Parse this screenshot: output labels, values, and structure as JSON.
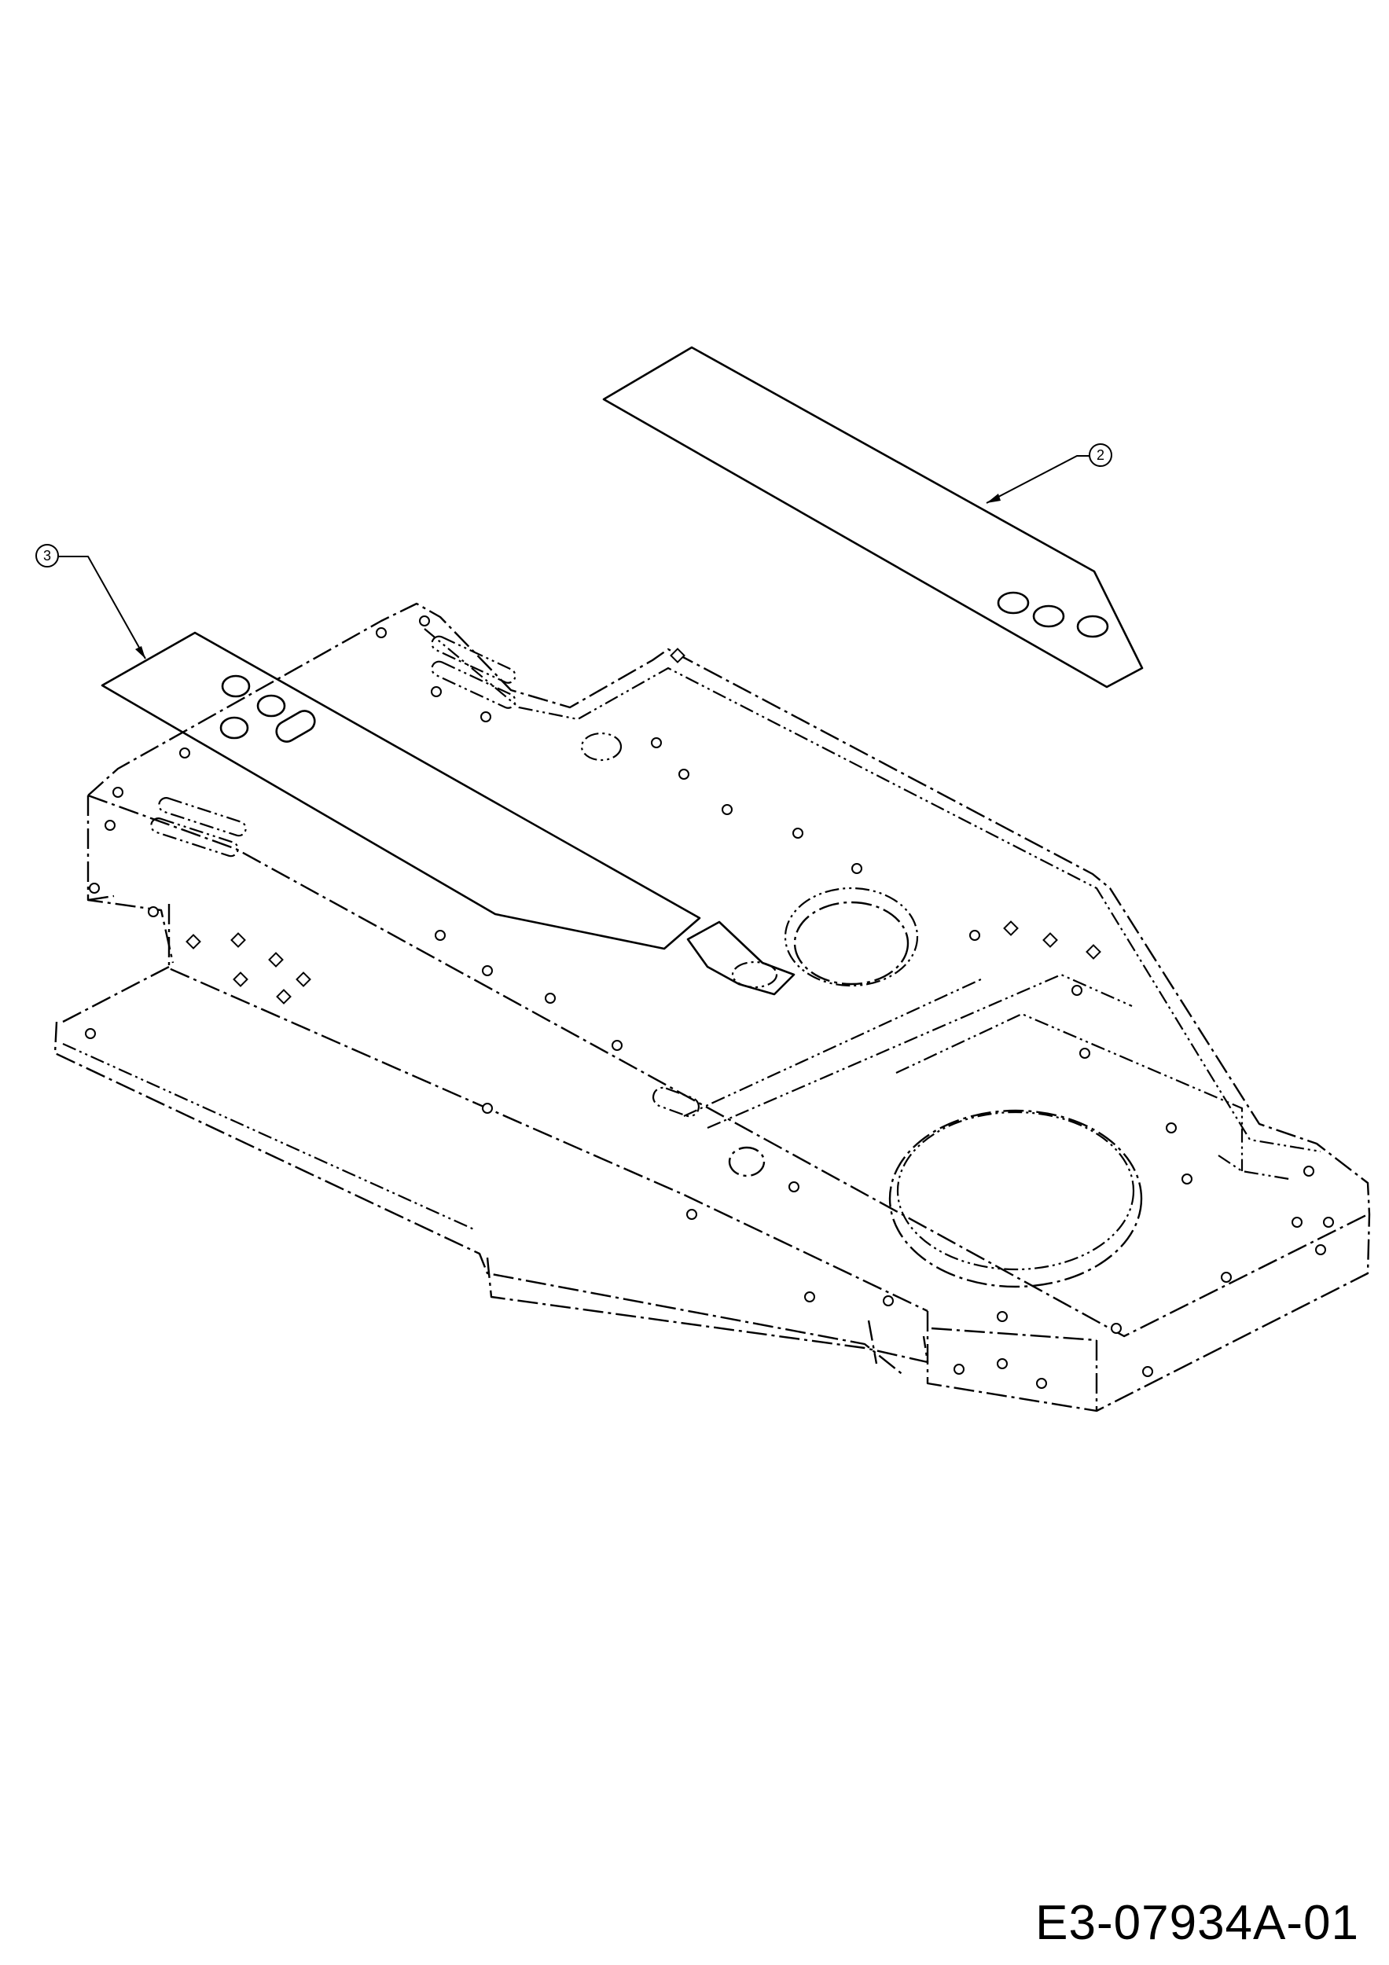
{
  "callouts": [
    {
      "label": "2"
    },
    {
      "label": "3"
    }
  ],
  "drawing_number": "E3-07934A-01",
  "colors": {
    "line": "#000000",
    "background": "#ffffff"
  }
}
